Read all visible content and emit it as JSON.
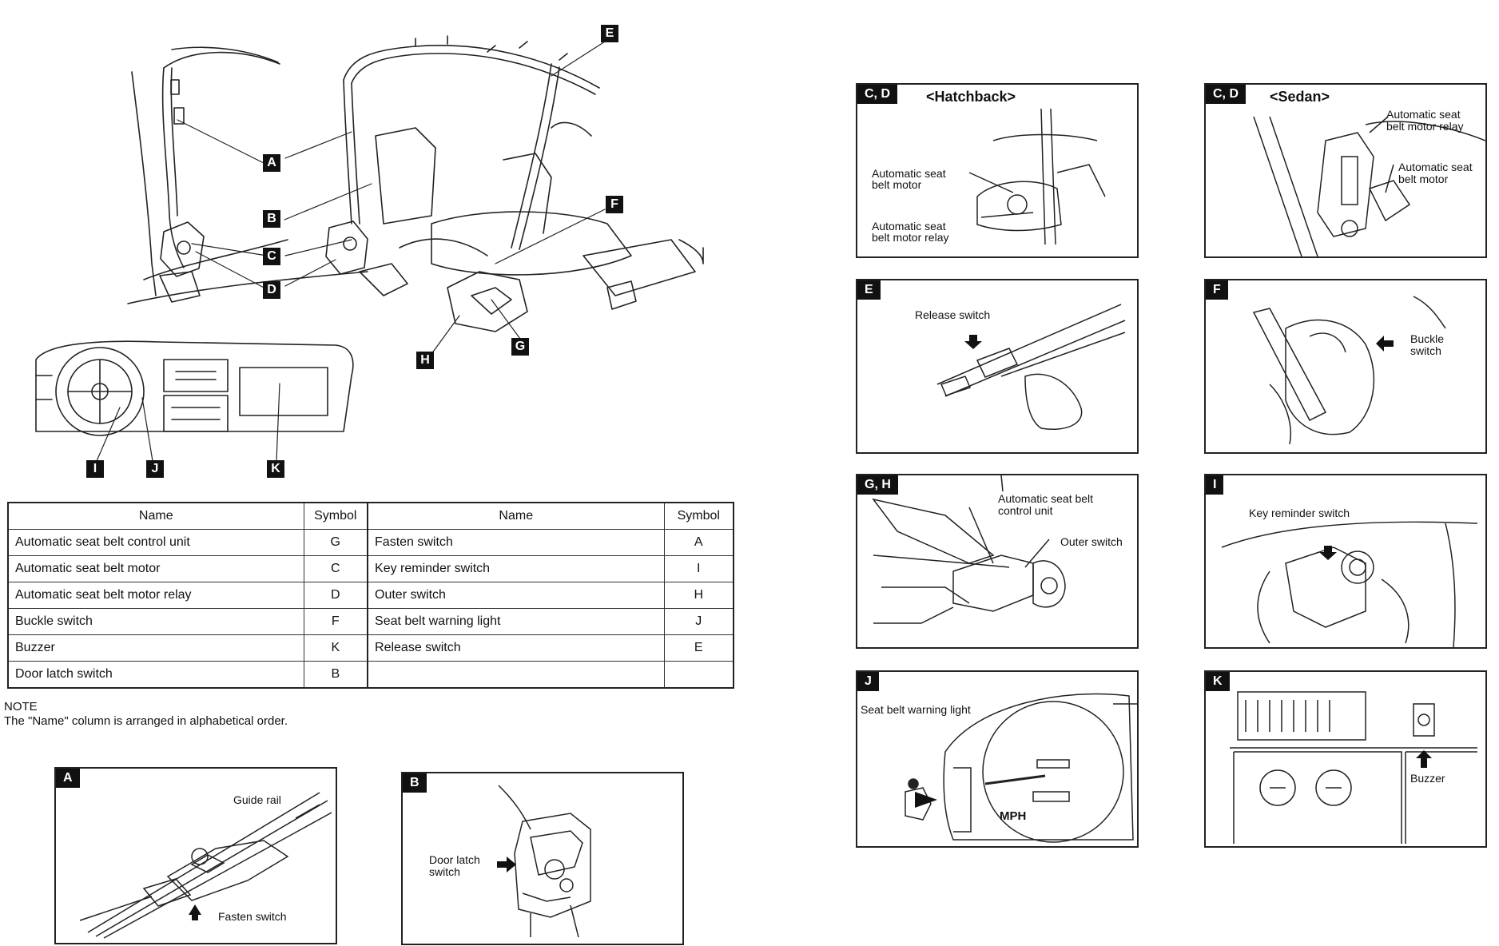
{
  "main_diagram": {
    "callouts": [
      "A",
      "B",
      "C",
      "D",
      "E",
      "F",
      "G",
      "H",
      "I",
      "J",
      "K"
    ]
  },
  "parts_table": {
    "headers": [
      "Name",
      "Symbol",
      "Name",
      "Symbol"
    ],
    "rows": [
      [
        "Automatic seat belt control unit",
        "G",
        "Fasten switch",
        "A"
      ],
      [
        "Automatic seat belt motor",
        "C",
        "Key reminder switch",
        "I"
      ],
      [
        "Automatic seat belt motor relay",
        "D",
        "Outer switch",
        "H"
      ],
      [
        "Buckle switch",
        "F",
        "Seat belt warning light",
        "J"
      ],
      [
        "Buzzer",
        "K",
        "Release switch",
        "E"
      ],
      [
        "Door latch switch",
        "B",
        "",
        ""
      ]
    ]
  },
  "note": {
    "title": "NOTE",
    "text": "The \"Name\" column is arranged in alphabetical order."
  },
  "detail_panels": {
    "cd_hatchback": {
      "tag": "C, D",
      "variant": "<Hatchback>",
      "labels": [
        "Automatic seat",
        "belt motor",
        "Automatic seat",
        "belt motor relay"
      ]
    },
    "cd_sedan": {
      "tag": "C, D",
      "variant": "<Sedan>",
      "labels": [
        "Automatic seat",
        "belt motor relay",
        "Automatic seat",
        "belt motor"
      ]
    },
    "e": {
      "tag": "E",
      "labels": [
        "Release switch"
      ]
    },
    "f": {
      "tag": "F",
      "labels": [
        "Buckle",
        "switch"
      ]
    },
    "gh": {
      "tag": "G, H",
      "labels": [
        "Automatic seat belt",
        "control unit",
        "Outer switch"
      ]
    },
    "i": {
      "tag": "I",
      "labels": [
        "Key reminder switch"
      ]
    },
    "j": {
      "tag": "J",
      "labels": [
        "Seat belt warning light",
        "MPH"
      ]
    },
    "k": {
      "tag": "K",
      "labels": [
        "Buzzer"
      ]
    },
    "a": {
      "tag": "A",
      "labels": [
        "Guide rail",
        "Fasten switch"
      ]
    },
    "b": {
      "tag": "B",
      "labels": [
        "Door latch",
        "switch"
      ]
    }
  }
}
